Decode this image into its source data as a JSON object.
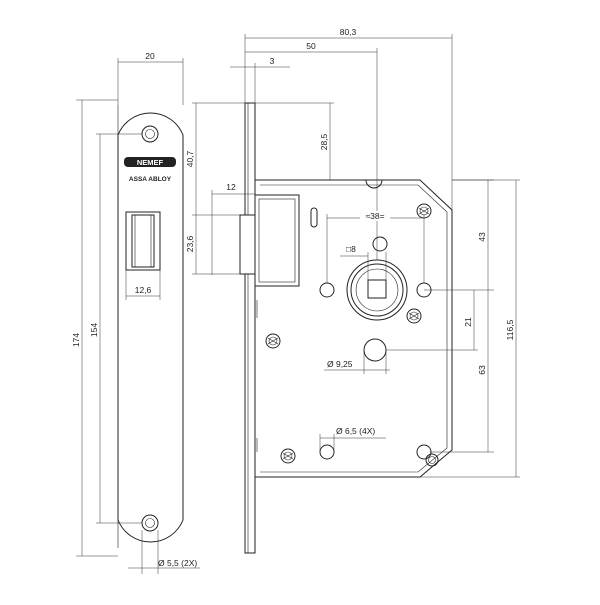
{
  "brand": {
    "logo_text": "NEMEF",
    "company": "ASSA ABLOY"
  },
  "dimensions": {
    "faceplate_width": "20",
    "forend_length_total": "174",
    "forend_hole_spacing": "154",
    "latch_window_width": "12,6",
    "mounting_hole": "Ø 5,5 (2X)",
    "overall_depth": "80,3",
    "backset": "50",
    "plate_thickness": "3",
    "top_to_case": "28,5",
    "latch_from_top": "40,7",
    "latch_projection": "12",
    "latch_height": "23,6",
    "spindle_hole_spacing": "≈38=",
    "square_spindle": "□8",
    "follower_to_top": "43",
    "spindle_to_cylinder": "21",
    "cylinder_to_bottom": "63",
    "case_height": "116,5",
    "cylinder_hole": "Ø 9,25",
    "fixing_holes": "Ø 6,5 (4X)"
  }
}
